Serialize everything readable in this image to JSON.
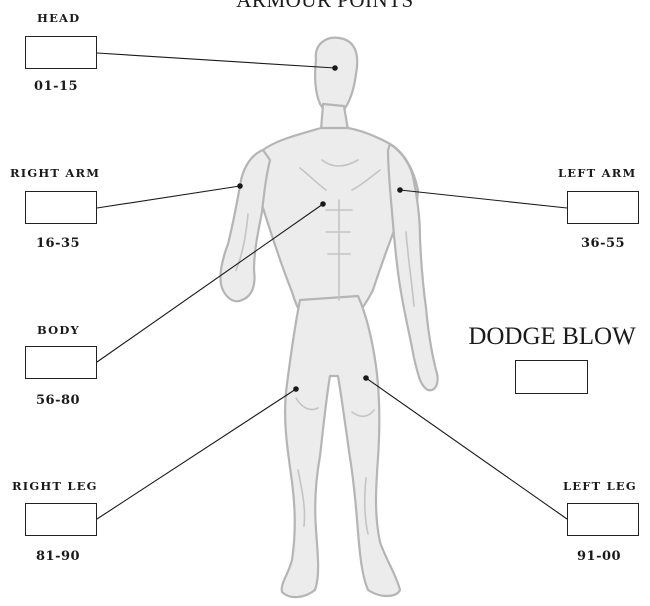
{
  "title": "ARMOUR POINTS",
  "dodge": {
    "label": "DODGE BLOW",
    "value": ""
  },
  "locations": [
    {
      "label": "HEAD",
      "range": "01-15",
      "value": ""
    },
    {
      "label": "RIGHT ARM",
      "range": "16-35",
      "value": ""
    },
    {
      "label": "LEFT ARM",
      "range": "36-55",
      "value": ""
    },
    {
      "label": "BODY",
      "range": "56-80",
      "value": ""
    },
    {
      "label": "RIGHT LEG",
      "range": "81-90",
      "value": ""
    },
    {
      "label": "LEFT LEG",
      "range": "91-00",
      "value": ""
    }
  ],
  "colors": {
    "figure_fill": "#ececec",
    "figure_line": "#b5b5b5",
    "ink": "#1a1a1a"
  }
}
